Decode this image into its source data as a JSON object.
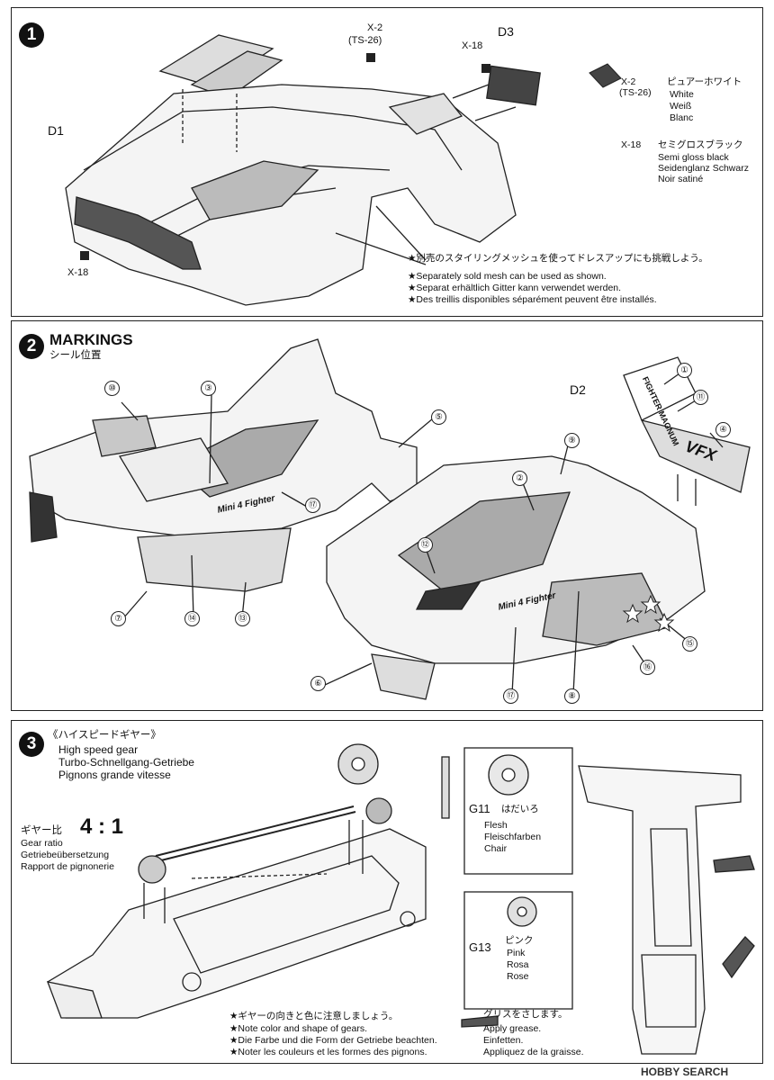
{
  "step1": {
    "number": "1",
    "parts": {
      "d1": "D1",
      "d3": "D3",
      "x2_top": "X-2",
      "ts26_top": "(TS-26)",
      "x18_top": "X-18",
      "x18_left": "X-18"
    },
    "colors": [
      {
        "code": "X-2",
        "sub": "(TS-26)",
        "jp": "ピュアーホワイト",
        "lines": [
          "White",
          "Weiß",
          "Blanc"
        ]
      },
      {
        "code": "X-18",
        "sub": "",
        "jp": "セミグロスブラック",
        "lines": [
          "Semi gloss black",
          "Seidenglanz Schwarz",
          "Noir satiné"
        ]
      }
    ],
    "notes": [
      "★別売のスタイリングメッシュを使ってドレスアップにも挑戦しよう。",
      "★Separately sold mesh can be used as shown.",
      "★Separat erhältlich Gitter kann verwendet werden.",
      "★Des treillis disponibles séparément peuvent être installés."
    ]
  },
  "step2": {
    "number": "2",
    "title": "MARKINGS",
    "subtitle": "シール位置",
    "part": "D2",
    "sticker_text": "FIGHTER MAGNUM",
    "wing_text": "VFX",
    "body_text": "Mini 4 Fighter",
    "callouts": [
      "①",
      "②",
      "③",
      "④",
      "⑤",
      "⑥",
      "⑦",
      "⑧",
      "⑨",
      "⑩",
      "⑪",
      "⑫",
      "⑬",
      "⑭",
      "⑮",
      "⑯",
      "⑰",
      "⑰"
    ]
  },
  "step3": {
    "number": "3",
    "title_jp": "《ハイスピードギヤー》",
    "title_lines": [
      "High speed gear",
      "Turbo-Schnellgang-Getriebe",
      "Pignons grande vitesse"
    ],
    "ratio_jp": "ギヤー比",
    "ratio_value": "4 : 1",
    "ratio_lines": [
      "Gear ratio",
      "Getriebeübersetzung",
      "Rapport de pignonerie"
    ],
    "g11": {
      "code": "G11",
      "jp": "はだいろ",
      "lines": [
        "Flesh",
        "Fleischfarben",
        "Chair"
      ]
    },
    "g13": {
      "code": "G13",
      "jp": "ピンク",
      "lines": [
        "Pink",
        "Rosa",
        "Rose"
      ]
    },
    "gear_notes": [
      "★ギヤーの向きと色に注意しましょう。",
      "★Note color and shape of gears.",
      "★Die Farbe und die Form der Getriebe beachten.",
      "★Noter les couleurs et les formes des pignons."
    ],
    "grease_notes": [
      "グリスをさします。",
      "Apply grease.",
      "Einfetten.",
      "Appliquez de la graisse."
    ]
  },
  "watermark": "HOBBY SEARCH"
}
